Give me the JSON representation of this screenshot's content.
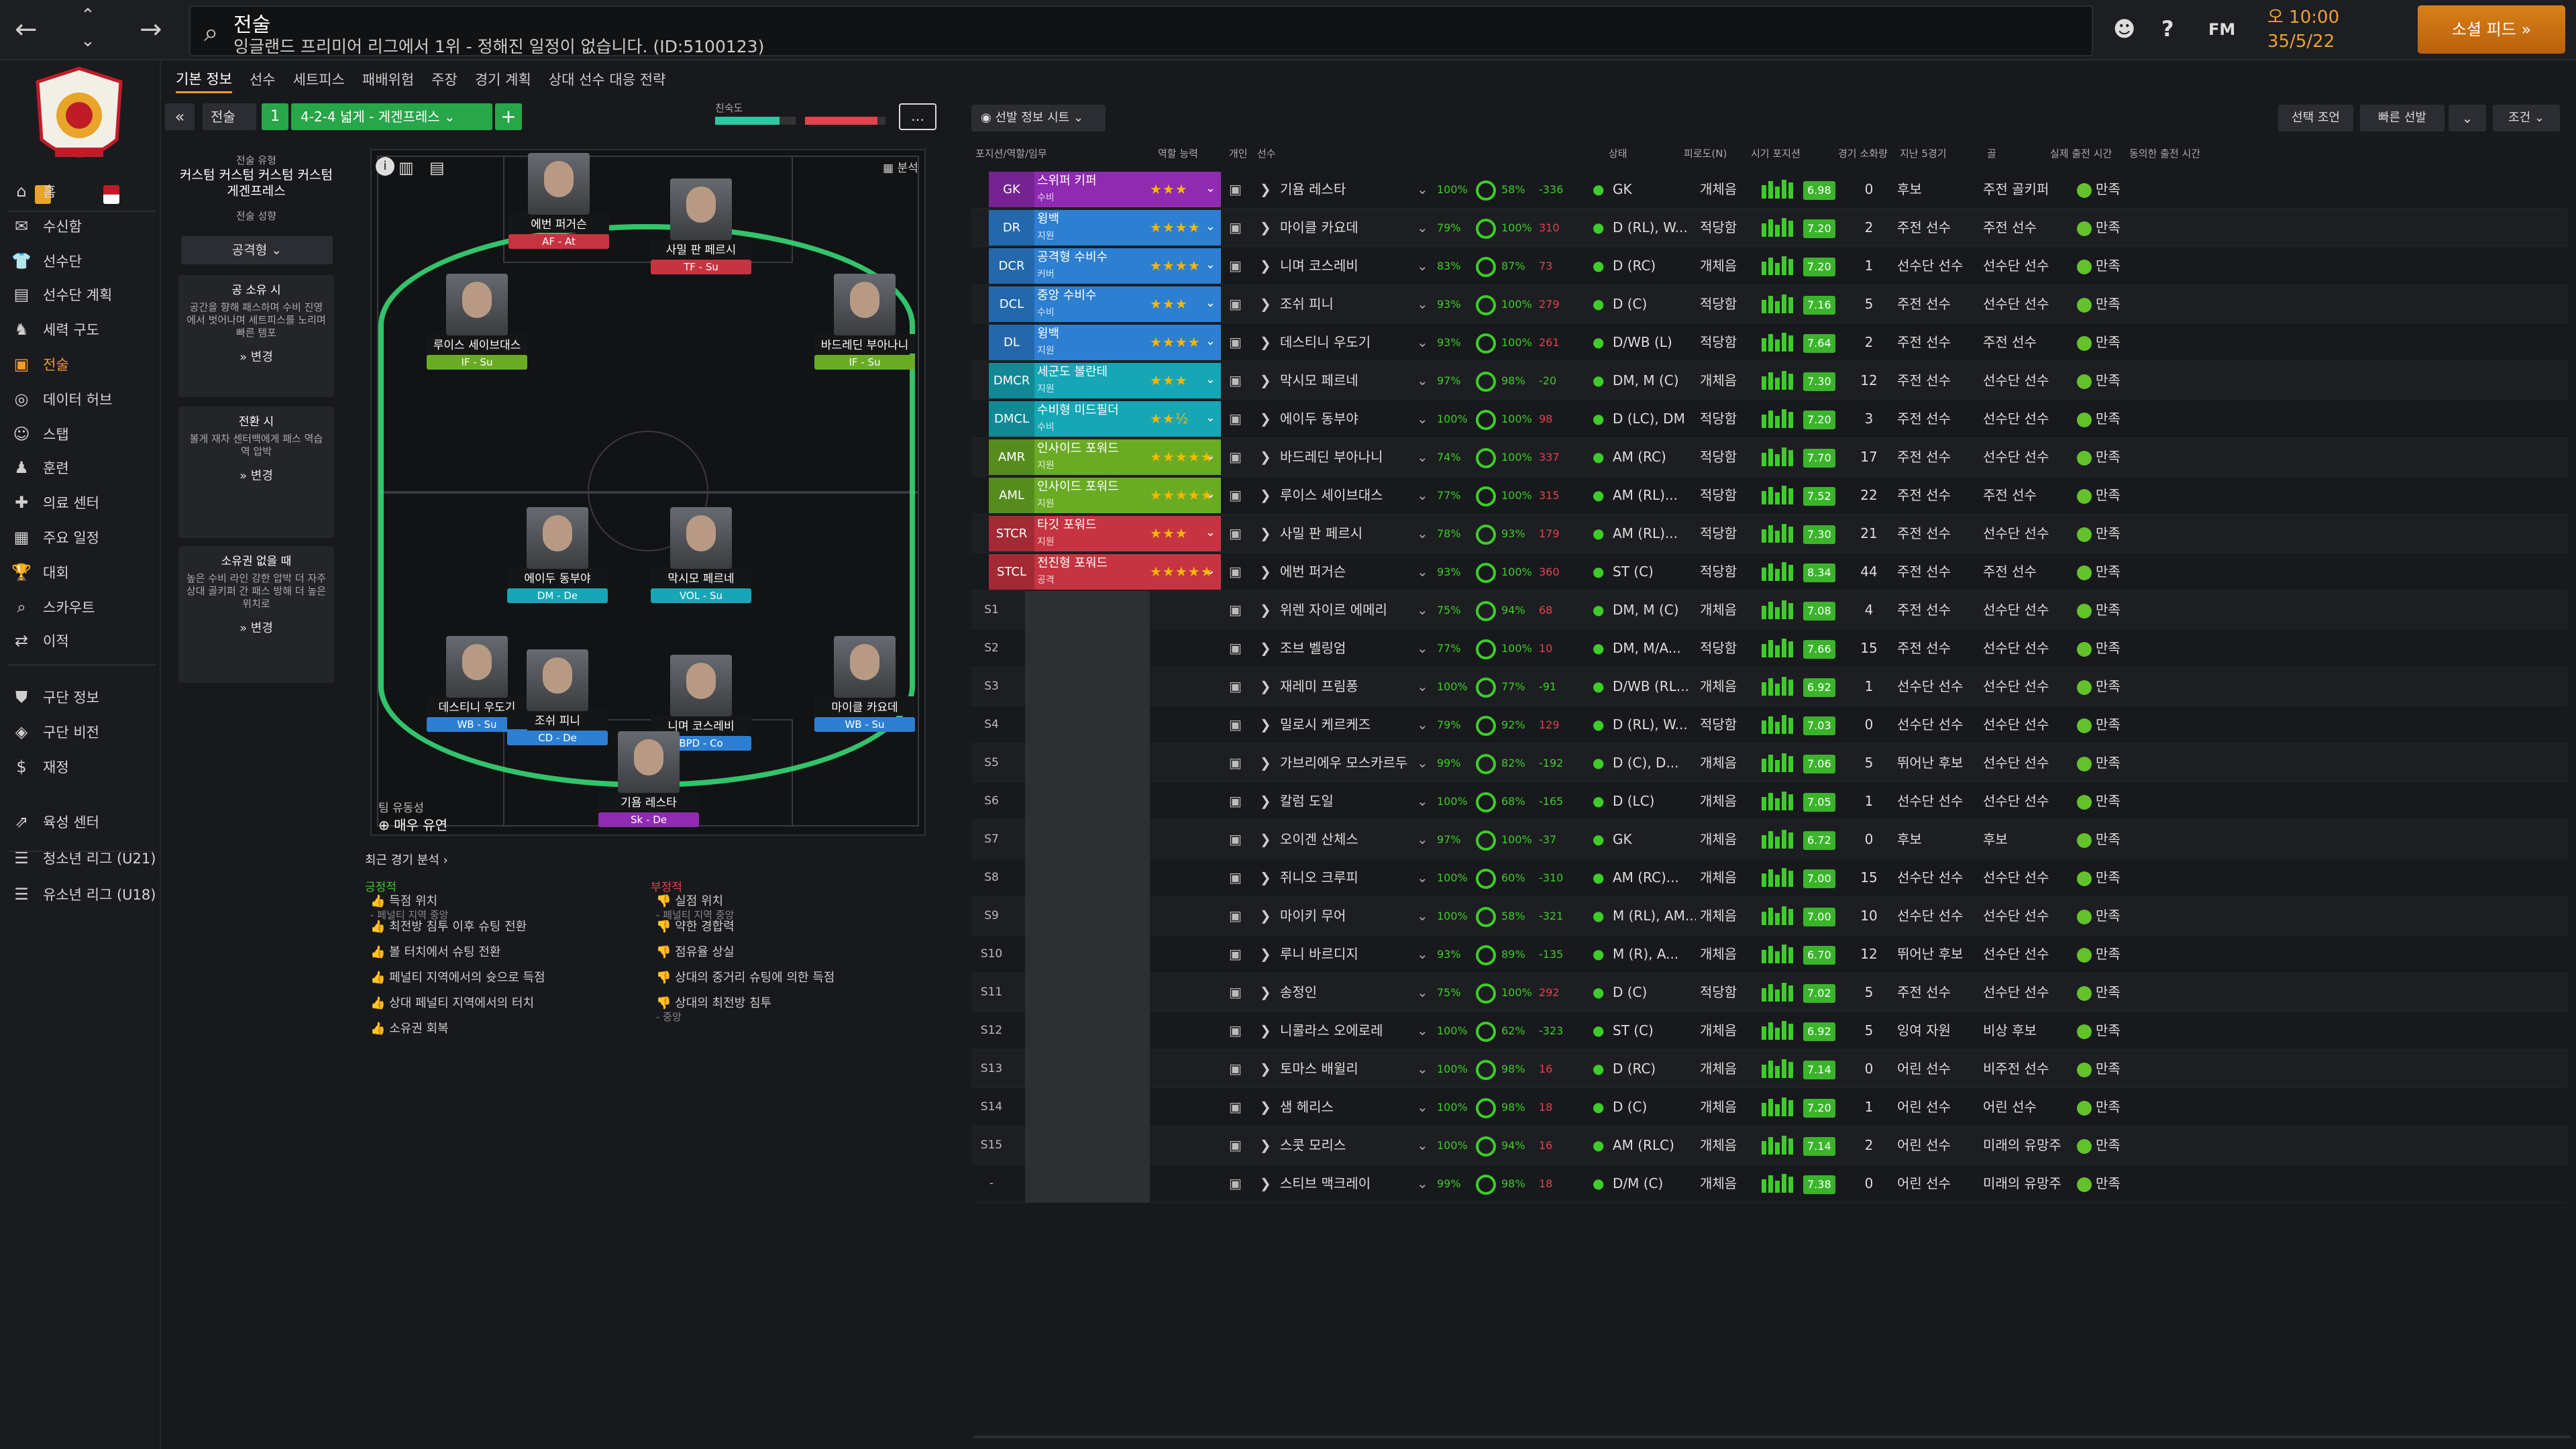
{
  "header": {
    "title": "전술",
    "subtitle": "잉글랜드 프리미어 리그에서 1위 - 정해진 일정이 없습니다. (ID:5100123)",
    "fm_label": "FM",
    "clock_time": "오 10:00",
    "clock_date": "35/5/22",
    "continue_label": "소셜 피드"
  },
  "sidebar": {
    "items": [
      "홈",
      "수신함",
      "선수단",
      "선수단 계획",
      "세력 구도",
      "전술",
      "데이터 허브",
      "스탭",
      "훈련",
      "의료 센터",
      "주요 일정",
      "대회",
      "스카우트",
      "이적",
      "구단 정보",
      "구단 비전",
      "재정",
      "육성 센터",
      "청소년 리그 (U21)",
      "유소년 리그 (U18)"
    ],
    "active_index": 5
  },
  "tabs": [
    "기본 정보",
    "선수",
    "세트피스",
    "패배위험",
    "주장",
    "경기 계획",
    "상대 선수 대응 전략"
  ],
  "tactic_bar": {
    "tactic_label": "전술",
    "slot": "1",
    "formation": "4-2-4 넓게 - 게겐프레스",
    "familiarity_label": "친숙도"
  },
  "left_panels": {
    "style_label": "전술 유형",
    "style_value": "커스텀 커스텀 커스텀 커스텀 게겐프레스",
    "mentality_label": "전술 성향",
    "mentality_value": "공격형",
    "in_possession_title": "공 소유 시",
    "in_possession_text": "공간을 향해 패스하며 수비 진영에서 벗어나며 세트피스를 노리며 빠른 템포",
    "in_transition_title": "전환 시",
    "in_transition_text": "볼게 재차 센터백에게 패스 역습 역 압박",
    "out_possession_title": "소유권 없을 때",
    "out_possession_text": "높은 수비 라인 강한 압박 더 자주 상대 골키퍼 간 패스 방해 더 높은 위치로",
    "change_label": "변경"
  },
  "pitch": {
    "analysis_label": "분석",
    "fluidity_label": "팀 유동성",
    "fluidity_value": "매우 유연",
    "players": [
      {
        "name": "에번 퍼거슨",
        "role": "AF - At"
      },
      {
        "name": "사밀 판 페르시",
        "role": "TF - Su"
      },
      {
        "name": "루이스 세이브대스",
        "role": "IF - Su"
      },
      {
        "name": "바드레딘 부아나니",
        "role": "IF - Su"
      },
      {
        "name": "에이두 동부야",
        "role": "DM - De"
      },
      {
        "name": "막시모 페르네",
        "role": "VOL - Su"
      },
      {
        "name": "데스티니 우도기",
        "role": "WB - Su"
      },
      {
        "name": "조쉬 피니",
        "role": "CD - De"
      },
      {
        "name": "니며 코스레비",
        "role": "BPD - Co"
      },
      {
        "name": "마이클 카요데",
        "role": "WB - Su"
      },
      {
        "name": "기욤 레스타",
        "role": "Sk - De"
      }
    ]
  },
  "analysis": {
    "title": "최근 경기 분석",
    "pos_title": "긍정적",
    "neg_title": "부정적",
    "positives": [
      "득점 위치",
      "최전방 침투 이후 슈팅 전환",
      "볼 터치에서 슈팅 전환",
      "페널티 지역에서의 슛으로 득점",
      "상대 페널티 지역에서의 터치",
      "소유권 회복"
    ],
    "positive_subs": [
      "- 페널티 지역 중앙",
      "",
      "",
      "",
      "",
      ""
    ],
    "negatives": [
      "실점 위치",
      "약한 경합력",
      "점유율 상실",
      "상대의 중거리 슈팅에 의한 득점",
      "상대의 최전방 침투"
    ],
    "negative_subs": [
      "- 페널티 지역 중앙",
      "",
      "",
      "",
      "- 중앙"
    ]
  },
  "table": {
    "view_label": "선발 정보 시트",
    "buttons": [
      "선택 조언",
      "빠른 선발",
      "조건"
    ],
    "headers": [
      "포지션/역할/임무",
      "역할 능력",
      "개인",
      "선수",
      "상태",
      "피로도(N)",
      "시기 포지션",
      "경기 소화량",
      "지난 5경기",
      "골",
      "실제 출전 시간",
      "동의한 출전 시간"
    ],
    "rows": [
      {
        "pos": "GK",
        "role": "스위퍼 키퍼",
        "duty": "수비",
        "stars": "★★★",
        "player": "기욤 레스타",
        "cond": "100%",
        "sharp": "58%",
        "diff": "-336",
        "position": "GK",
        "usage": "개체음",
        "rating": "6.98",
        "goals": "0",
        "time": "후보",
        "agreed": "주전 골키퍼",
        "happy": "만족"
      },
      {
        "pos": "DR",
        "role": "윙백",
        "duty": "지원",
        "stars": "★★★★",
        "player": "마이클 카요데",
        "cond": "79%",
        "sharp": "100%",
        "diff": "310",
        "position": "D (RL), W...",
        "usage": "적당함",
        "rating": "7.20",
        "goals": "2",
        "time": "주전 선수",
        "agreed": "주전 선수",
        "happy": "만족"
      },
      {
        "pos": "DCR",
        "role": "공격형 수비수",
        "duty": "커버",
        "stars": "★★★★",
        "player": "니며 코스레비",
        "cond": "83%",
        "sharp": "87%",
        "diff": "73",
        "position": "D (RC)",
        "usage": "개체음",
        "rating": "7.20",
        "goals": "1",
        "time": "선수단 선수",
        "agreed": "선수단 선수",
        "happy": "만족"
      },
      {
        "pos": "DCL",
        "role": "중앙 수비수",
        "duty": "수비",
        "stars": "★★★",
        "player": "조쉬 피니",
        "cond": "93%",
        "sharp": "100%",
        "diff": "279",
        "position": "D (C)",
        "usage": "적당함",
        "rating": "7.16",
        "goals": "5",
        "time": "주전 선수",
        "agreed": "선수단 선수",
        "happy": "만족"
      },
      {
        "pos": "DL",
        "role": "윙백",
        "duty": "지원",
        "stars": "★★★★",
        "player": "데스티니 우도기",
        "cond": "93%",
        "sharp": "100%",
        "diff": "261",
        "position": "D/WB (L)",
        "usage": "적당함",
        "rating": "7.64",
        "goals": "2",
        "time": "주전 선수",
        "agreed": "주전 선수",
        "happy": "만족"
      },
      {
        "pos": "DMCR",
        "role": "세군도 볼란테",
        "duty": "지원",
        "stars": "★★★",
        "player": "막시모 페르네",
        "cond": "97%",
        "sharp": "98%",
        "diff": "-20",
        "position": "DM, M (C)",
        "usage": "개체음",
        "rating": "7.30",
        "goals": "12",
        "time": "주전 선수",
        "agreed": "선수단 선수",
        "happy": "만족"
      },
      {
        "pos": "DMCL",
        "role": "수비형 미드필더",
        "duty": "수비",
        "stars": "★★½",
        "player": "에이두 동부야",
        "cond": "100%",
        "sharp": "100%",
        "diff": "98",
        "position": "D (LC), DM",
        "usage": "적당함",
        "rating": "7.20",
        "goals": "3",
        "time": "주전 선수",
        "agreed": "선수단 선수",
        "happy": "만족"
      },
      {
        "pos": "AMR",
        "role": "인사이드 포워드",
        "duty": "지원",
        "stars": "★★★★★",
        "player": "바드레딘 부아나니",
        "cond": "74%",
        "sharp": "100%",
        "diff": "337",
        "position": "AM (RC)",
        "usage": "적당함",
        "rating": "7.70",
        "goals": "17",
        "time": "주전 선수",
        "agreed": "선수단 선수",
        "happy": "만족"
      },
      {
        "pos": "AML",
        "role": "인사이드 포워드",
        "duty": "지원",
        "stars": "★★★★★",
        "player": "루이스 세이브대스",
        "cond": "77%",
        "sharp": "100%",
        "diff": "315",
        "position": "AM (RL)...",
        "usage": "적당함",
        "rating": "7.52",
        "goals": "22",
        "time": "주전 선수",
        "agreed": "주전 선수",
        "happy": "만족"
      },
      {
        "pos": "STCR",
        "role": "타깃 포워드",
        "duty": "지원",
        "stars": "★★★",
        "player": "사밀 판 페르시",
        "cond": "78%",
        "sharp": "93%",
        "diff": "179",
        "position": "AM (RL)...",
        "usage": "적당함",
        "rating": "7.30",
        "goals": "21",
        "time": "주전 선수",
        "agreed": "선수단 선수",
        "happy": "만족"
      },
      {
        "pos": "STCL",
        "role": "전진형 포워드",
        "duty": "공격",
        "stars": "★★★★★",
        "player": "에번 퍼거슨",
        "cond": "93%",
        "sharp": "100%",
        "diff": "360",
        "position": "ST (C)",
        "usage": "적당함",
        "rating": "8.34",
        "goals": "44",
        "time": "주전 선수",
        "agreed": "주전 선수",
        "happy": "만족"
      },
      {
        "pos": "S1",
        "role": "",
        "duty": "",
        "stars": "",
        "player": "위렌 자이르 에메리",
        "cond": "75%",
        "sharp": "94%",
        "diff": "68",
        "position": "DM, M (C)",
        "usage": "개체음",
        "rating": "7.08",
        "goals": "4",
        "time": "주전 선수",
        "agreed": "선수단 선수",
        "happy": "만족"
      },
      {
        "pos": "S2",
        "role": "",
        "duty": "",
        "stars": "",
        "player": "조브 벨링엄",
        "cond": "77%",
        "sharp": "100%",
        "diff": "10",
        "position": "DM, M/A...",
        "usage": "적당함",
        "rating": "7.66",
        "goals": "15",
        "time": "주전 선수",
        "agreed": "선수단 선수",
        "happy": "만족"
      },
      {
        "pos": "S3",
        "role": "",
        "duty": "",
        "stars": "",
        "player": "재레미 프림퐁",
        "cond": "100%",
        "sharp": "77%",
        "diff": "-91",
        "position": "D/WB (RL...",
        "usage": "개체음",
        "rating": "6.92",
        "goals": "1",
        "time": "선수단 선수",
        "agreed": "선수단 선수",
        "happy": "만족"
      },
      {
        "pos": "S4",
        "role": "",
        "duty": "",
        "stars": "",
        "player": "밀로시 케르케즈",
        "cond": "79%",
        "sharp": "92%",
        "diff": "129",
        "position": "D (RL), W...",
        "usage": "적당함",
        "rating": "7.03",
        "goals": "0",
        "time": "선수단 선수",
        "agreed": "선수단 선수",
        "happy": "만족"
      },
      {
        "pos": "S5",
        "role": "",
        "duty": "",
        "stars": "",
        "player": "가브리에우 모스카르두",
        "cond": "99%",
        "sharp": "82%",
        "diff": "-192",
        "position": "D (C), D...",
        "usage": "개체음",
        "rating": "7.06",
        "goals": "5",
        "time": "뛰어난 후보",
        "agreed": "선수단 선수",
        "happy": "만족"
      },
      {
        "pos": "S6",
        "role": "",
        "duty": "",
        "stars": "",
        "player": "칼럼 도일",
        "cond": "100%",
        "sharp": "68%",
        "diff": "-165",
        "position": "D (LC)",
        "usage": "개체음",
        "rating": "7.05",
        "goals": "1",
        "time": "선수단 선수",
        "agreed": "선수단 선수",
        "happy": "만족"
      },
      {
        "pos": "S7",
        "role": "",
        "duty": "",
        "stars": "",
        "player": "오이겐 산체스",
        "cond": "97%",
        "sharp": "100%",
        "diff": "-37",
        "position": "GK",
        "usage": "개체음",
        "rating": "6.72",
        "goals": "0",
        "time": "후보",
        "agreed": "후보",
        "happy": "만족"
      },
      {
        "pos": "S8",
        "role": "",
        "duty": "",
        "stars": "",
        "player": "쥐니오 크루피",
        "cond": "100%",
        "sharp": "60%",
        "diff": "-310",
        "position": "AM (RC)...",
        "usage": "개체음",
        "rating": "7.00",
        "goals": "15",
        "time": "선수단 선수",
        "agreed": "선수단 선수",
        "happy": "만족"
      },
      {
        "pos": "S9",
        "role": "",
        "duty": "",
        "stars": "",
        "player": "마이키 무어",
        "cond": "100%",
        "sharp": "58%",
        "diff": "-321",
        "position": "M (RL), AM...",
        "usage": "개체음",
        "rating": "7.00",
        "goals": "10",
        "time": "선수단 선수",
        "agreed": "선수단 선수",
        "happy": "만족"
      },
      {
        "pos": "S10",
        "role": "",
        "duty": "",
        "stars": "",
        "player": "루니 바르디지",
        "cond": "93%",
        "sharp": "89%",
        "diff": "-135",
        "position": "M (R), A...",
        "usage": "개체음",
        "rating": "6.70",
        "goals": "12",
        "time": "뛰어난 후보",
        "agreed": "선수단 선수",
        "happy": "만족"
      },
      {
        "pos": "S11",
        "role": "",
        "duty": "",
        "stars": "",
        "player": "송정인",
        "cond": "75%",
        "sharp": "100%",
        "diff": "292",
        "position": "D (C)",
        "usage": "적당함",
        "rating": "7.02",
        "goals": "5",
        "time": "주전 선수",
        "agreed": "선수단 선수",
        "happy": "만족"
      },
      {
        "pos": "S12",
        "role": "",
        "duty": "",
        "stars": "",
        "player": "니콜라스 오에로레",
        "cond": "100%",
        "sharp": "62%",
        "diff": "-323",
        "position": "ST (C)",
        "usage": "개체음",
        "rating": "6.92",
        "goals": "5",
        "time": "잉여 자원",
        "agreed": "비상 후보",
        "happy": "만족"
      },
      {
        "pos": "S13",
        "role": "",
        "duty": "",
        "stars": "",
        "player": "토마스 배윌리",
        "cond": "100%",
        "sharp": "98%",
        "diff": "16",
        "position": "D (RC)",
        "usage": "개체음",
        "rating": "7.14",
        "goals": "0",
        "time": "어린 선수",
        "agreed": "비주전 선수",
        "happy": "만족"
      },
      {
        "pos": "S14",
        "role": "",
        "duty": "",
        "stars": "",
        "player": "샘 헤리스",
        "cond": "100%",
        "sharp": "98%",
        "diff": "18",
        "position": "D (C)",
        "usage": "개체음",
        "rating": "7.20",
        "goals": "1",
        "time": "어린 선수",
        "agreed": "어린 선수",
        "happy": "만족"
      },
      {
        "pos": "S15",
        "role": "",
        "duty": "",
        "stars": "",
        "player": "스콧 모리스",
        "cond": "100%",
        "sharp": "94%",
        "diff": "16",
        "position": "AM (RLC)",
        "usage": "개체음",
        "rating": "7.14",
        "goals": "2",
        "time": "어린 선수",
        "agreed": "미래의 유망주",
        "happy": "만족"
      },
      {
        "pos": "-",
        "role": "",
        "duty": "",
        "stars": "",
        "player": "스티브 맥크레이",
        "cond": "99%",
        "sharp": "98%",
        "diff": "18",
        "position": "D/M (C)",
        "usage": "개체음",
        "rating": "7.38",
        "goals": "0",
        "time": "어린 선수",
        "agreed": "미래의 유망주",
        "happy": "만족"
      }
    ]
  },
  "colors": {
    "accent": "#f39a2a",
    "gk": "#8e2bb0",
    "def": "#2d7fd1",
    "dm": "#16a6b5",
    "am": "#6aab24",
    "st": "#c63441"
  }
}
